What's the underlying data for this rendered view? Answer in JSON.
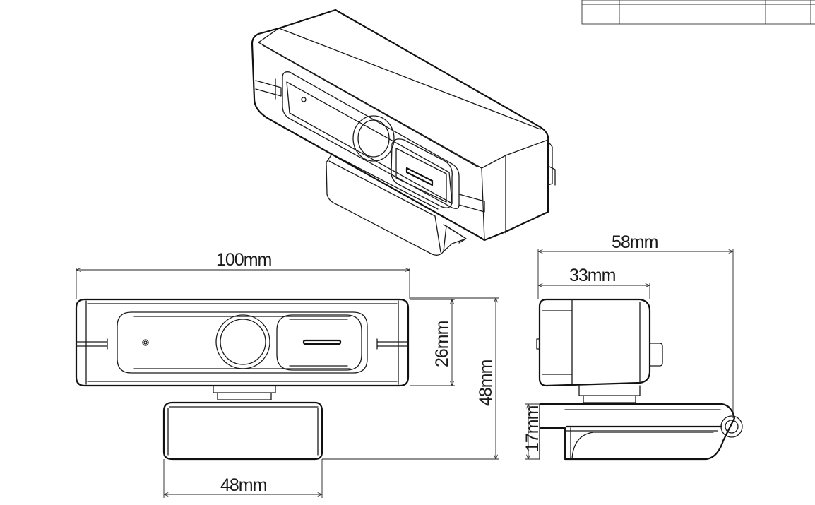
{
  "dimensions": {
    "front_width": "100mm",
    "front_inner_height": "26mm",
    "front_total_height": "48mm",
    "clip_width": "48mm",
    "side_total_depth": "58mm",
    "side_body_depth": "33mm",
    "side_clip_height": "17mm"
  },
  "title_block": {
    "cells": [
      "",
      "",
      ""
    ]
  }
}
